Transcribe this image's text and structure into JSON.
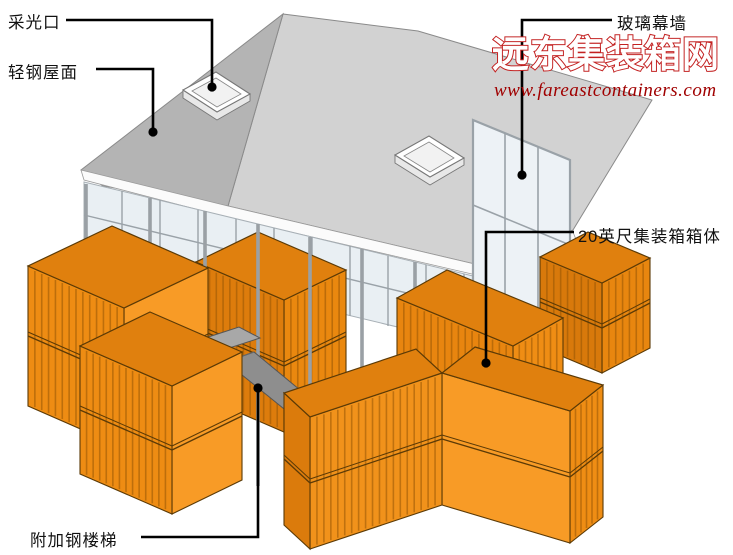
{
  "watermark": {
    "brand": "远东集装箱网",
    "url": "www.fareastcontainers.com",
    "brand_outline_color": "#c32222",
    "url_color": "#a00000"
  },
  "callouts": [
    {
      "id": "skylight",
      "label": "采光口"
    },
    {
      "id": "light-steel-roof",
      "label": "轻钢屋面"
    },
    {
      "id": "glass-curtain-wall",
      "label": "玻璃幕墙"
    },
    {
      "id": "container-20ft",
      "label": "20英尺集装箱箱体"
    },
    {
      "id": "steel-stairs",
      "label": "附加钢楼梯"
    }
  ],
  "colors": {
    "container_orange_bright": "#f89b26",
    "container_orange_mid": "#ee8c13",
    "container_orange_top": "#e0800e",
    "roof_light": "#d2d2d2",
    "roof_dark": "#b4b4b4",
    "glass": "#e9eff3",
    "stairs_gray": "#8e8e8e",
    "leader_line": "#000000"
  }
}
